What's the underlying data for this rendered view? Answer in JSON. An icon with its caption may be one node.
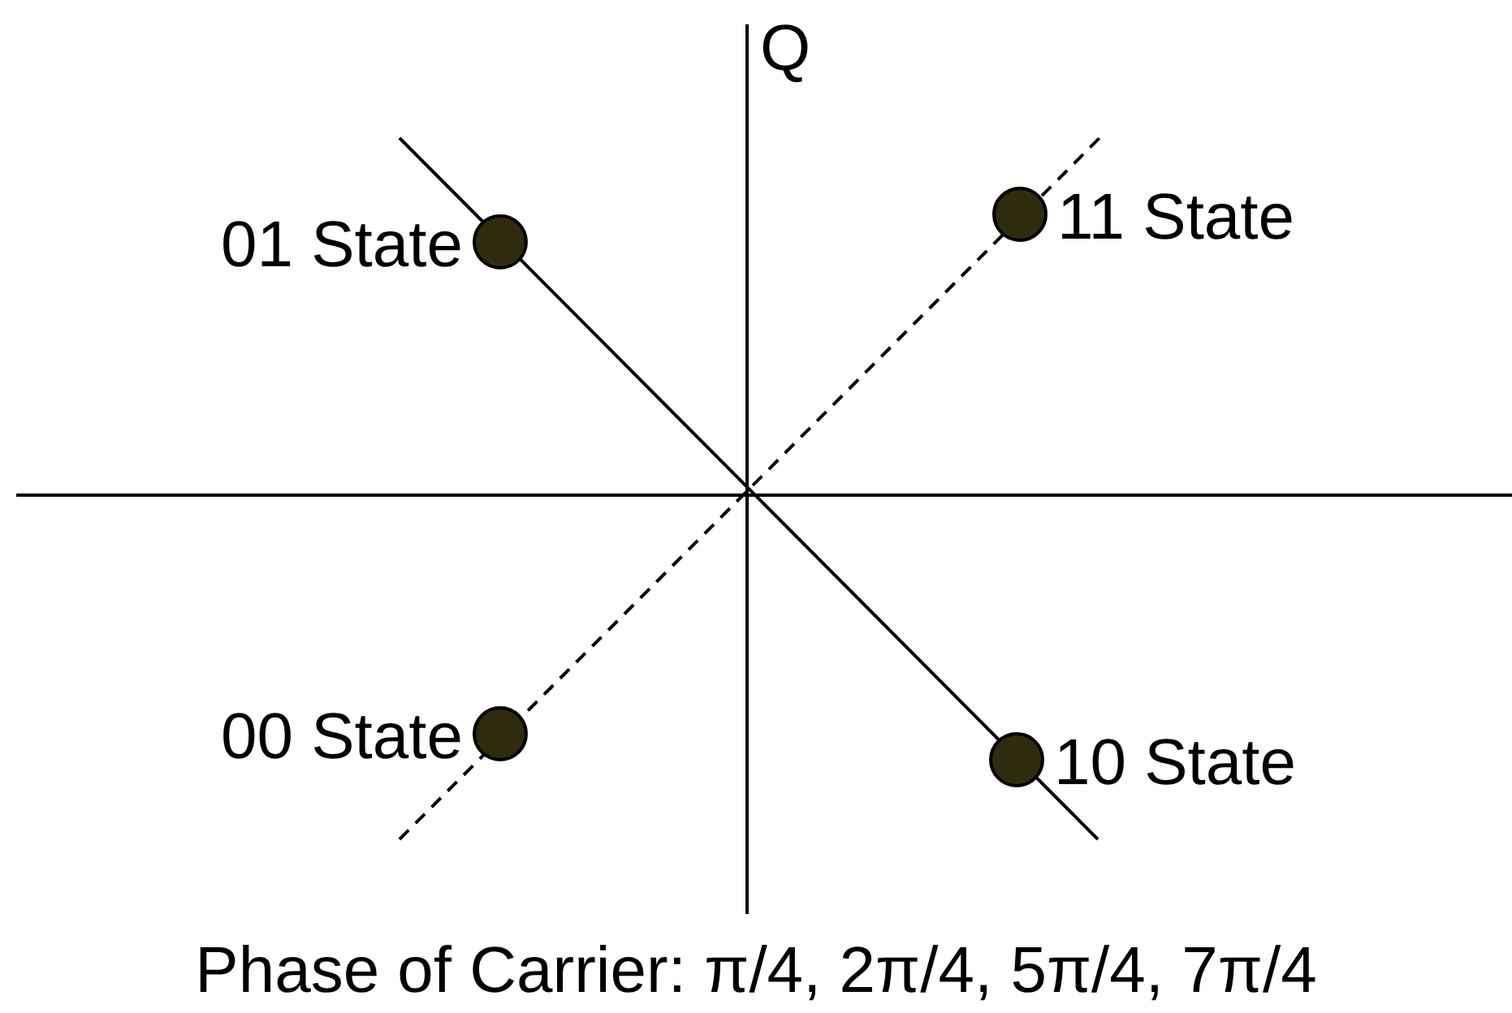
{
  "diagram": {
    "caption": "Phase of Carrier: π/4, 2π/4, 5π/4, 7π/4",
    "nodes": [
      {
        "text": [],
        "shape": "circle",
        "beside": [
          "01 State"
        ]
      },
      {
        "text": [],
        "shape": "circle",
        "beside": [
          "11 State"
        ]
      },
      {
        "text": [],
        "shape": "circle",
        "beside": [
          "00 State"
        ]
      },
      {
        "text": [],
        "shape": "circle",
        "beside": [
          "10 State"
        ]
      }
    ],
    "edges": [],
    "labels": [
      "Q"
    ]
  }
}
